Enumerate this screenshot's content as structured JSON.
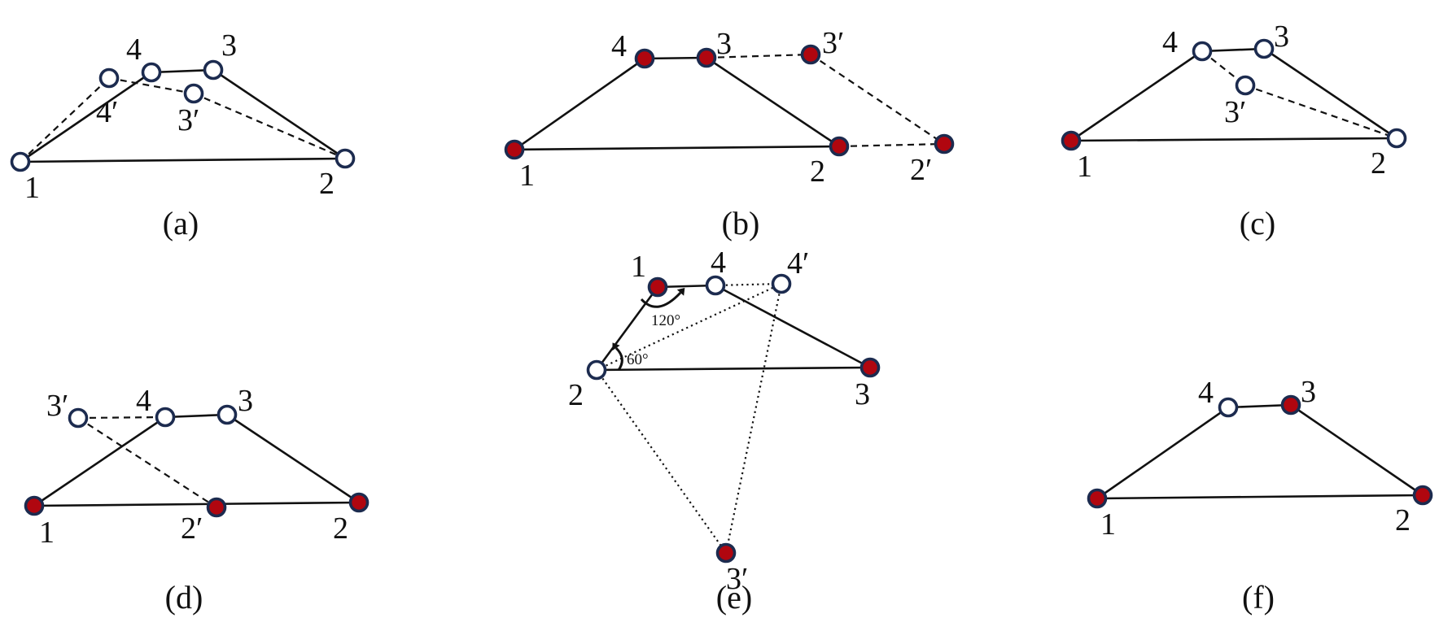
{
  "figure": {
    "panels": [
      {
        "id": "a",
        "caption": "(a)",
        "nodes": [
          {
            "id": "1",
            "label": "1",
            "state": "open"
          },
          {
            "id": "2",
            "label": "2",
            "state": "open"
          },
          {
            "id": "3",
            "label": "3",
            "state": "open"
          },
          {
            "id": "4",
            "label": "4",
            "state": "open"
          },
          {
            "id": "3p",
            "label": "3′",
            "state": "open"
          },
          {
            "id": "4p",
            "label": "4′",
            "state": "open"
          }
        ],
        "edges": [
          {
            "from": "1",
            "to": "2",
            "style": "solid"
          },
          {
            "from": "1",
            "to": "4",
            "style": "solid"
          },
          {
            "from": "4",
            "to": "3",
            "style": "solid"
          },
          {
            "from": "3",
            "to": "2",
            "style": "solid"
          },
          {
            "from": "1",
            "to": "4p",
            "style": "dashed"
          },
          {
            "from": "4p",
            "to": "3p",
            "style": "dashed"
          },
          {
            "from": "3p",
            "to": "2",
            "style": "dashed"
          }
        ]
      },
      {
        "id": "b",
        "caption": "(b)",
        "nodes": [
          {
            "id": "1",
            "label": "1",
            "state": "filled"
          },
          {
            "id": "2",
            "label": "2",
            "state": "filled"
          },
          {
            "id": "3",
            "label": "3",
            "state": "filled"
          },
          {
            "id": "4",
            "label": "4",
            "state": "filled"
          },
          {
            "id": "3p",
            "label": "3′",
            "state": "filled"
          },
          {
            "id": "2p",
            "label": "2′",
            "state": "filled"
          }
        ],
        "edges": [
          {
            "from": "1",
            "to": "2",
            "style": "solid"
          },
          {
            "from": "1",
            "to": "4",
            "style": "solid"
          },
          {
            "from": "4",
            "to": "3",
            "style": "solid"
          },
          {
            "from": "3",
            "to": "2",
            "style": "solid"
          },
          {
            "from": "3",
            "to": "3p",
            "style": "dashed"
          },
          {
            "from": "3p",
            "to": "2p",
            "style": "dashed"
          },
          {
            "from": "2",
            "to": "2p",
            "style": "dashed"
          }
        ]
      },
      {
        "id": "c",
        "caption": "(c)",
        "nodes": [
          {
            "id": "1",
            "label": "1",
            "state": "filled"
          },
          {
            "id": "2",
            "label": "2",
            "state": "open"
          },
          {
            "id": "3",
            "label": "3",
            "state": "open"
          },
          {
            "id": "4",
            "label": "4",
            "state": "open"
          },
          {
            "id": "3p",
            "label": "3′",
            "state": "open"
          }
        ],
        "edges": [
          {
            "from": "1",
            "to": "2",
            "style": "solid"
          },
          {
            "from": "1",
            "to": "4",
            "style": "solid"
          },
          {
            "from": "4",
            "to": "3",
            "style": "solid"
          },
          {
            "from": "3",
            "to": "2",
            "style": "solid"
          },
          {
            "from": "4",
            "to": "3p",
            "style": "dashed"
          },
          {
            "from": "3p",
            "to": "2",
            "style": "dashed"
          }
        ]
      },
      {
        "id": "d",
        "caption": "(d)",
        "nodes": [
          {
            "id": "1",
            "label": "1",
            "state": "filled"
          },
          {
            "id": "2",
            "label": "2",
            "state": "filled"
          },
          {
            "id": "3",
            "label": "3",
            "state": "open"
          },
          {
            "id": "4",
            "label": "4",
            "state": "open"
          },
          {
            "id": "3p",
            "label": "3′",
            "state": "open"
          },
          {
            "id": "2p",
            "label": "2′",
            "state": "filled"
          }
        ],
        "edges": [
          {
            "from": "1",
            "to": "2",
            "style": "solid"
          },
          {
            "from": "1",
            "to": "4",
            "style": "solid"
          },
          {
            "from": "4",
            "to": "3",
            "style": "solid"
          },
          {
            "from": "3",
            "to": "2",
            "style": "solid"
          },
          {
            "from": "3p",
            "to": "4",
            "style": "dashed"
          },
          {
            "from": "3p",
            "to": "2p",
            "style": "dashed"
          }
        ]
      },
      {
        "id": "e",
        "caption": "(e)",
        "nodes": [
          {
            "id": "1",
            "label": "1",
            "state": "filled"
          },
          {
            "id": "2",
            "label": "2",
            "state": "open"
          },
          {
            "id": "3",
            "label": "3",
            "state": "filled"
          },
          {
            "id": "4",
            "label": "4",
            "state": "open"
          },
          {
            "id": "4p",
            "label": "4′",
            "state": "open"
          },
          {
            "id": "3p",
            "label": "3′",
            "state": "filled"
          }
        ],
        "edges": [
          {
            "from": "1",
            "to": "4",
            "style": "solid"
          },
          {
            "from": "4",
            "to": "3",
            "style": "solid"
          },
          {
            "from": "3",
            "to": "2",
            "style": "solid"
          },
          {
            "from": "2",
            "to": "1",
            "style": "solid"
          },
          {
            "from": "4",
            "to": "4p",
            "style": "dotted"
          },
          {
            "from": "2",
            "to": "4p",
            "style": "dotted"
          },
          {
            "from": "4p",
            "to": "3p",
            "style": "dotted"
          },
          {
            "from": "2",
            "to": "3p",
            "style": "dotted"
          }
        ],
        "angles": [
          {
            "at": "1",
            "label": "120°"
          },
          {
            "at": "2",
            "label": "60°"
          }
        ]
      },
      {
        "id": "f",
        "caption": "(f)",
        "nodes": [
          {
            "id": "1",
            "label": "1",
            "state": "filled"
          },
          {
            "id": "2",
            "label": "2",
            "state": "filled"
          },
          {
            "id": "3",
            "label": "3",
            "state": "filled"
          },
          {
            "id": "4",
            "label": "4",
            "state": "open"
          }
        ],
        "edges": [
          {
            "from": "1",
            "to": "2",
            "style": "solid"
          },
          {
            "from": "1",
            "to": "4",
            "style": "solid"
          },
          {
            "from": "4",
            "to": "3",
            "style": "solid"
          },
          {
            "from": "3",
            "to": "2",
            "style": "solid"
          }
        ]
      }
    ]
  },
  "colors": {
    "node_fill_filled": "#b0060f",
    "node_fill_open": "#ffffff",
    "node_outline": "#1c2b4f",
    "edge": "#111111"
  }
}
